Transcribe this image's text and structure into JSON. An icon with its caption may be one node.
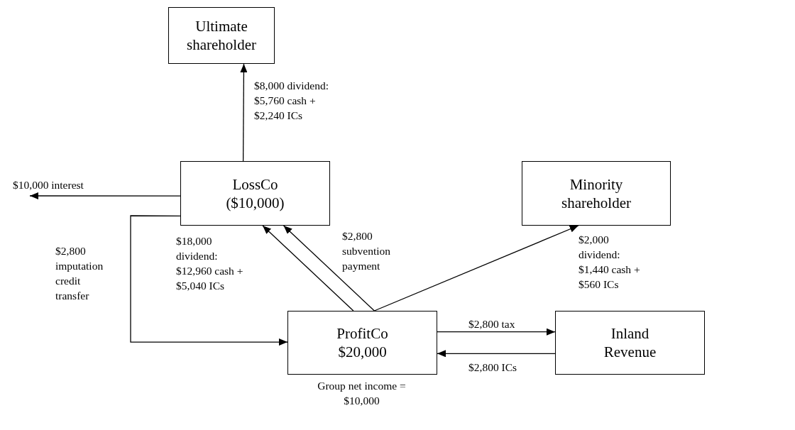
{
  "diagram": {
    "nodes": [
      {
        "text": [
          "Ultimate shareholder"
        ]
      },
      {
        "text": [
          "LossCo ($10,000)"
        ]
      },
      {
        "text": [
          "Minority shareholder"
        ]
      },
      {
        "text": [
          "ProfitCo $20,000"
        ],
        "beside": [
          "Group net income = $10,000"
        ]
      },
      {
        "text": [
          "Inland Revenue"
        ]
      }
    ],
    "edges": [
      {
        "from": 1,
        "to": 0,
        "arrow": "to",
        "label": "$8,000 dividend: $5,760 cash + $2,240 ICs"
      },
      {
        "from": 1,
        "to": null,
        "arrow": "to",
        "label": "$10,000 interest"
      },
      {
        "from": 1,
        "to": 3,
        "arrow": "to",
        "label": "$2,800 imputation credit transfer"
      },
      {
        "from": 3,
        "to": 1,
        "arrow": "to",
        "label": "$18,000 dividend: $12,960 cash + $5,040 ICs"
      },
      {
        "from": 3,
        "to": 1,
        "arrow": "to",
        "label": "$2,800 subvention payment"
      },
      {
        "from": 3,
        "to": 2,
        "arrow": "to",
        "label": "$2,000 dividend: $1,440 cash + $560 ICs"
      },
      {
        "from": 3,
        "to": 4,
        "arrow": "to",
        "label": "$2,800 tax"
      },
      {
        "from": 4,
        "to": 3,
        "arrow": "to",
        "label": "$2,800 ICs"
      }
    ]
  }
}
